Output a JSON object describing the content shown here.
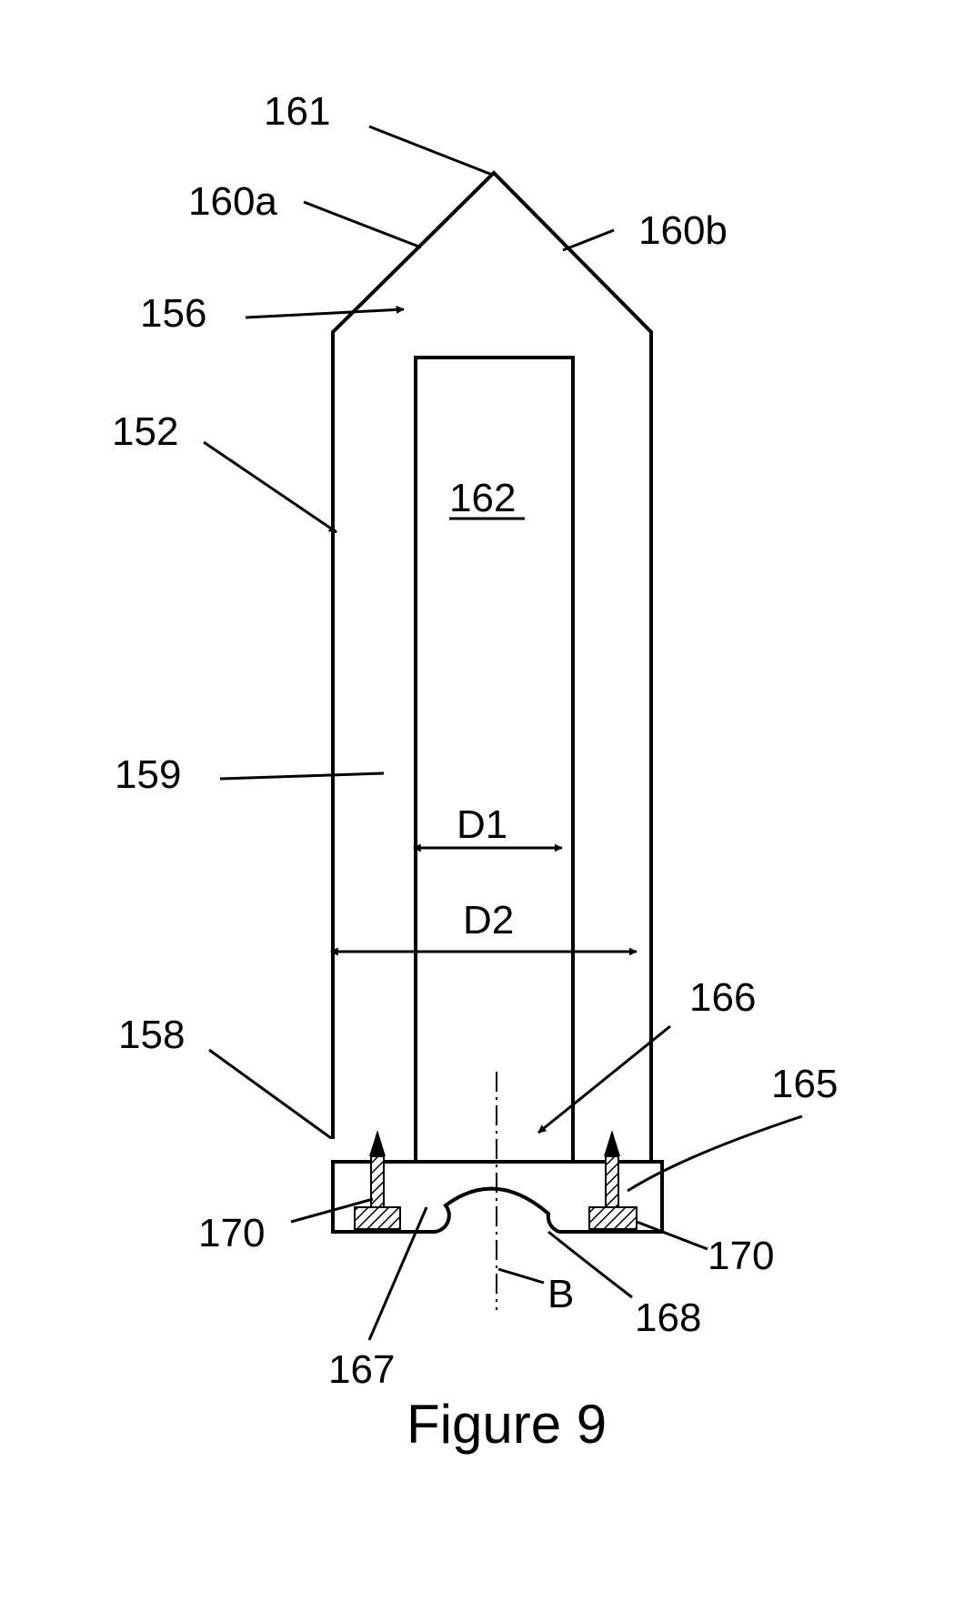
{
  "labels": {
    "l161": "161",
    "l160a": "160a",
    "l160b": "160b",
    "l156": "156",
    "l152": "152",
    "l162": "162",
    "l159": "159",
    "d1": "D1",
    "d2": "D2",
    "l166": "166",
    "l158": "158",
    "l165": "165",
    "l170_left": "170",
    "l170_right": "170",
    "l167": "167",
    "axis_b": "B",
    "l168": "168"
  },
  "caption": "Figure 9"
}
